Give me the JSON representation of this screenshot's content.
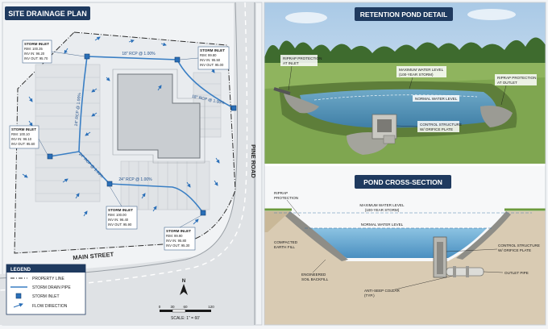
{
  "plan": {
    "title": "SITE DRAINAGE PLAN",
    "street_main": "MAIN STREET",
    "street_pine": "PINE ROAD",
    "inlets": [
      {
        "name": "STORM INLET",
        "rim": "RIM: 100.35",
        "inv_in": "INV IN: 96.20",
        "inv_out": "INV OUT: 95.70"
      },
      {
        "name": "STORM INLET",
        "rim": "RIM: 99.80",
        "inv_in": "INV IN: 95.50",
        "inv_out": "INV OUT: 95.00"
      },
      {
        "name": "STORM INLET",
        "rim": "RIM: 100.10",
        "inv_in": "INV IN: 96.10",
        "inv_out": "INV OUT: 95.60"
      },
      {
        "name": "STORM INLET",
        "rim": "RIM: 100.00",
        "inv_in": "INV IN: 96.40",
        "inv_out": "INV OUT: 95.90"
      },
      {
        "name": "STORM INLET",
        "rim": "RIM: 99.90",
        "inv_in": "INV IN: 95.80",
        "inv_out": "INV OUT: 95.30"
      }
    ],
    "pipe_labels": [
      "18\" RCP @ 1.00%",
      "18\" RCP @ 1.00%",
      "24\" RCP @ 1.00%",
      "24\" RCP @ 1.00%",
      "24\" RCP @ 1.00%"
    ],
    "legend": {
      "title": "LEGEND",
      "items": [
        "PROPERTY LINE",
        "STORM DRAIN PIPE",
        "STORM INLET",
        "FLOW DIRECTION"
      ]
    },
    "north": "N",
    "scale_ticks": [
      "0",
      "30",
      "60",
      "120"
    ],
    "scale_text": "SCALE: 1\" = 60'"
  },
  "detail": {
    "title": "RETENTION POND DETAIL",
    "labels": {
      "riprap_inlet": [
        "RIPRAP PROTECTION",
        "AT INLET"
      ],
      "max_water": [
        "MAXIMUM WATER LEVEL",
        "(100-YEAR STORM)"
      ],
      "riprap_outlet": [
        "RIPRAP PROTECTION",
        "AT OUTLET"
      ],
      "normal_water": "NORMAL WATER LEVEL",
      "control": [
        "CONTROL STRUCTURE",
        "W/ ORIFICE PLATE"
      ]
    }
  },
  "section": {
    "title": "POND CROSS-SECTION",
    "labels": {
      "riprap": [
        "RIPRAP",
        "PROTECTION"
      ],
      "max_water": [
        "MAXIMUM WATER LEVEL",
        "(100-YEAR STORM)"
      ],
      "normal_water": "NORMAL WATER LEVEL",
      "compacted": [
        "COMPACTED",
        "EARTH FILL"
      ],
      "engineered": [
        "ENGINEERED",
        "SOIL BACKFILL"
      ],
      "collar": [
        "ANTI-SEEP COLLAR",
        "(TYP.)"
      ],
      "control": [
        "CONTROL STRUCTURE",
        "W/ ORIFICE PLATE"
      ],
      "outlet": "OUTLET PIPE"
    }
  },
  "colors": {
    "navy": "#1f3a5f",
    "pipe": "#3a7fc4",
    "water": "#4f97c2"
  }
}
